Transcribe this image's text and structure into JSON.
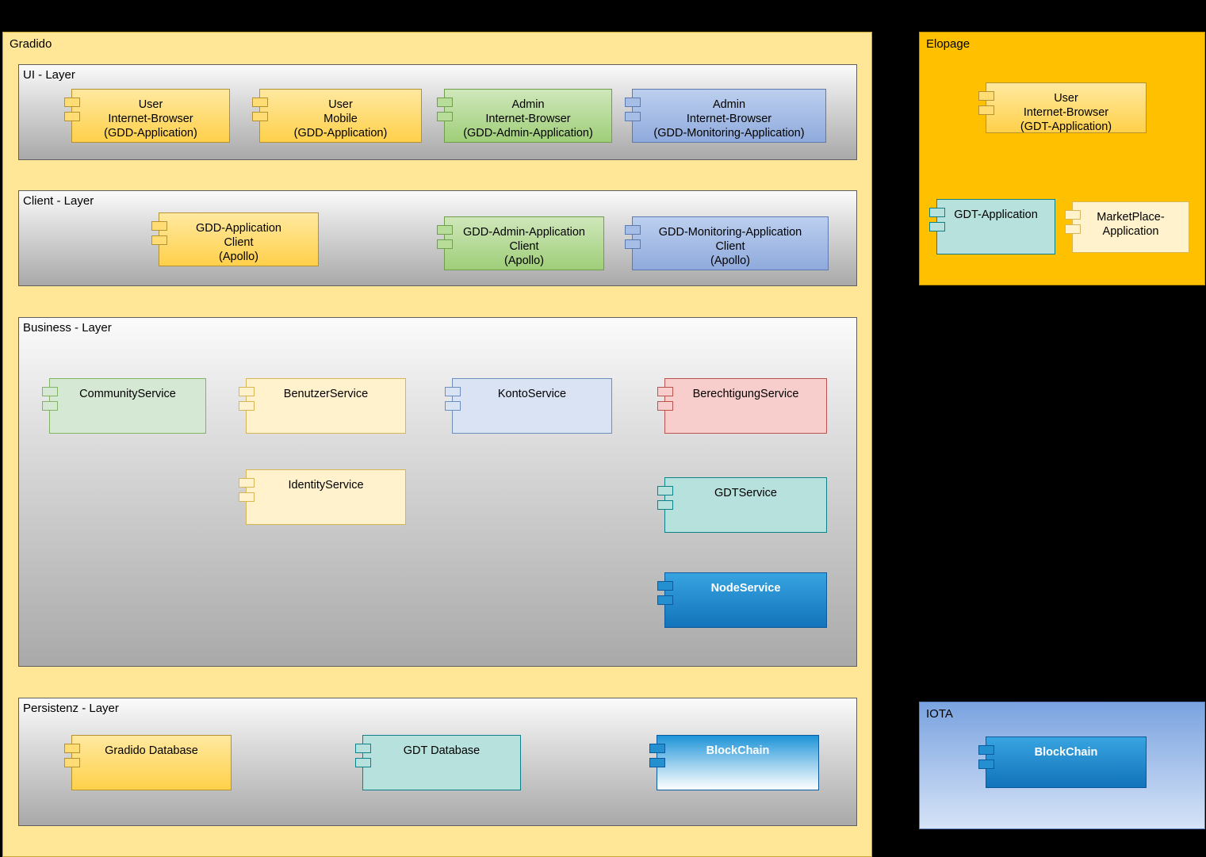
{
  "palette": {
    "canvas_bg": "#000000",
    "gradido_fill": "#FFE797",
    "elopage_fill": "#FFC000",
    "iota_fill_top": "#7AA3E0",
    "iota_fill_bottom": "#D6E3F7",
    "layer_gray_top": "#FBFBFB",
    "layer_gray_bottom": "#A9A9A9",
    "yellow": "#FFD966",
    "pale_yellow": "#FFF2CC",
    "green": "#9FCE79",
    "pale_green": "#D5E8D4",
    "blue": "#8FAADC",
    "pale_blue": "#DAE3F3",
    "pink": "#F8CECC",
    "teal": "#B7E1DC",
    "strong_blue": "#1E88D0"
  },
  "gradido": {
    "label": "Gradido",
    "layers": {
      "ui": {
        "label": "UI - Layer",
        "components": [
          {
            "label": "User\nInternet-Browser\n(GDD-Application)"
          },
          {
            "label": "User\nMobile\n(GDD-Application)"
          },
          {
            "label": "Admin\nInternet-Browser\n(GDD-Admin-Application)"
          },
          {
            "label": "Admin\nInternet-Browser\n(GDD-Monitoring-Application)"
          }
        ]
      },
      "client": {
        "label": "Client - Layer",
        "components": [
          {
            "label": "GDD-Application\nClient\n(Apollo)"
          },
          {
            "label": "GDD-Admin-Application\nClient\n(Apollo)"
          },
          {
            "label": "GDD-Monitoring-Application\nClient\n(Apollo)"
          }
        ]
      },
      "business": {
        "label": "Business - Layer",
        "components": [
          {
            "label": "CommunityService"
          },
          {
            "label": "BenutzerService"
          },
          {
            "label": "KontoService"
          },
          {
            "label": "BerechtigungService"
          },
          {
            "label": "IdentityService"
          },
          {
            "label": "GDTService"
          },
          {
            "label": "NodeService"
          }
        ]
      },
      "persistenz": {
        "label": "Persistenz - Layer",
        "components": [
          {
            "label": "Gradido Database"
          },
          {
            "label": "GDT Database"
          },
          {
            "label": "BlockChain"
          }
        ]
      }
    }
  },
  "elopage": {
    "label": "Elopage",
    "components": [
      {
        "label": "User\nInternet-Browser\n(GDT-Application)"
      },
      {
        "label": "GDT-Application"
      },
      {
        "label": "MarketPlace-\nApplication"
      }
    ]
  },
  "iota": {
    "label": "IOTA",
    "components": [
      {
        "label": "BlockChain"
      }
    ]
  }
}
